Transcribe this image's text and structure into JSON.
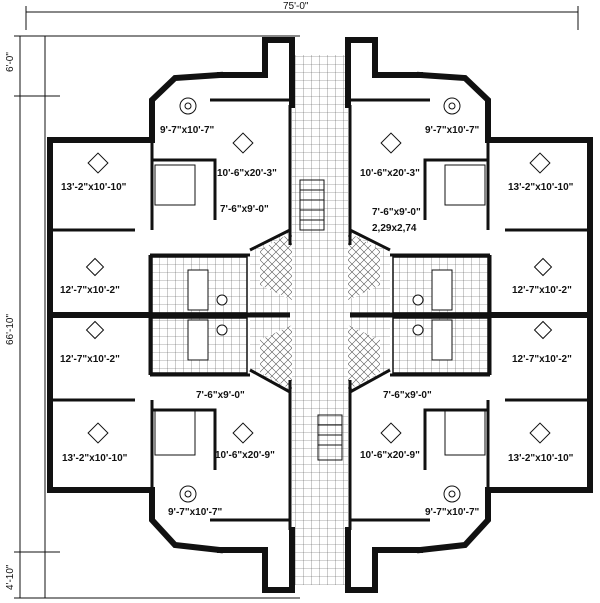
{
  "dimensions": {
    "top": "75'-0\"",
    "left_top": "6'-0\"",
    "left_main": "66'-10\"",
    "left_bottom": "4'-10\""
  },
  "rooms": [
    {
      "id": "nw-dining",
      "label": "9'-7\"x10'-7\""
    },
    {
      "id": "ne-dining",
      "label": "9'-7\"x10'-7\""
    },
    {
      "id": "nw-living",
      "label": "10'-6\"x20'-3\""
    },
    {
      "id": "ne-living",
      "label": "10'-6\"x20'-3\""
    },
    {
      "id": "nw-bed1",
      "label": "13'-2\"x10'-10\""
    },
    {
      "id": "ne-bed1",
      "label": "13'-2\"x10'-10\""
    },
    {
      "id": "nw-kitchen",
      "label": "7'-6\"x9'-0\""
    },
    {
      "id": "ne-kitchen",
      "label": "7'-6\"x9'-0\""
    },
    {
      "id": "ne-kitchen-metric",
      "label": "2,29x2,74"
    },
    {
      "id": "nw-bed2",
      "label": "12'-7\"x10'-2\""
    },
    {
      "id": "ne-bed2",
      "label": "12'-7\"x10'-2\""
    },
    {
      "id": "sw-bed2",
      "label": "12'-7\"x10'-2\""
    },
    {
      "id": "se-bed2",
      "label": "12'-7\"x10'-2\""
    },
    {
      "id": "sw-kitchen",
      "label": "7'-6\"x9'-0\""
    },
    {
      "id": "se-kitchen",
      "label": "7'-6\"x9'-0\""
    },
    {
      "id": "sw-bed1",
      "label": "13'-2\"x10'-10\""
    },
    {
      "id": "se-bed1",
      "label": "13'-2\"x10'-10\""
    },
    {
      "id": "sw-living",
      "label": "10'-6\"x20'-9\""
    },
    {
      "id": "se-living",
      "label": "10'-6\"x20'-9\""
    },
    {
      "id": "sw-dining",
      "label": "9'-7\"x10'-7\""
    },
    {
      "id": "se-dining",
      "label": "9'-7\"x10'-7\""
    }
  ]
}
